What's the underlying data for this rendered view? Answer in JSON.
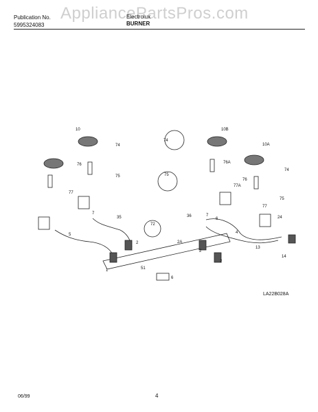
{
  "header": {
    "watermark": "AppliancePartsPros.com",
    "publication_label": "Publication No.",
    "publication_number": "5995324083",
    "brand": "Electrolux",
    "section": "BURNER"
  },
  "diagram": {
    "callouts": [
      "10",
      "74",
      "76",
      "75",
      "77",
      "5",
      "7",
      "35",
      "72",
      "2",
      "1",
      "51",
      "6",
      "10B",
      "74",
      "76A",
      "75",
      "77A",
      "36",
      "2A",
      "6",
      "4",
      "13",
      "10A",
      "74",
      "76",
      "75",
      "77",
      "24",
      "14",
      "2",
      "7",
      "2"
    ],
    "drawing_code": "LA22B028A"
  },
  "footer": {
    "date": "06/99",
    "page_number": "4"
  }
}
